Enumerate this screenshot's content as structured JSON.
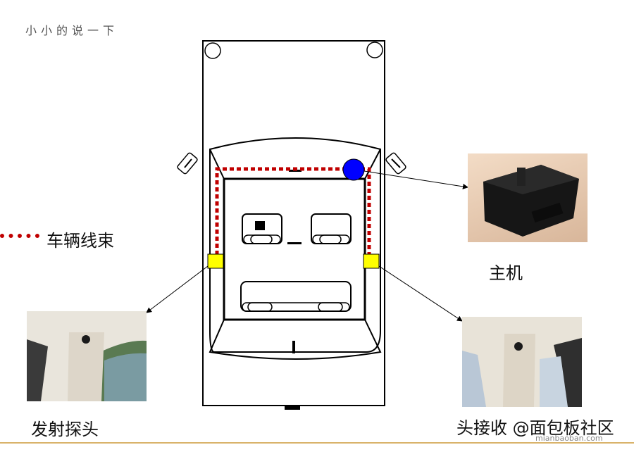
{
  "title": "小小的说一下",
  "legend": {
    "harness": "车辆线束"
  },
  "labels": {
    "host": "主机",
    "transmit_probe": "发射探头",
    "receive_probe": "头接收"
  },
  "watermark": {
    "text": "@面包板社区",
    "sub": "mianbaoban.com"
  },
  "colors": {
    "harness": "#c00000",
    "host_dot": "#0000ff",
    "probe": "#ffff00",
    "rule": "#d9b36a"
  }
}
